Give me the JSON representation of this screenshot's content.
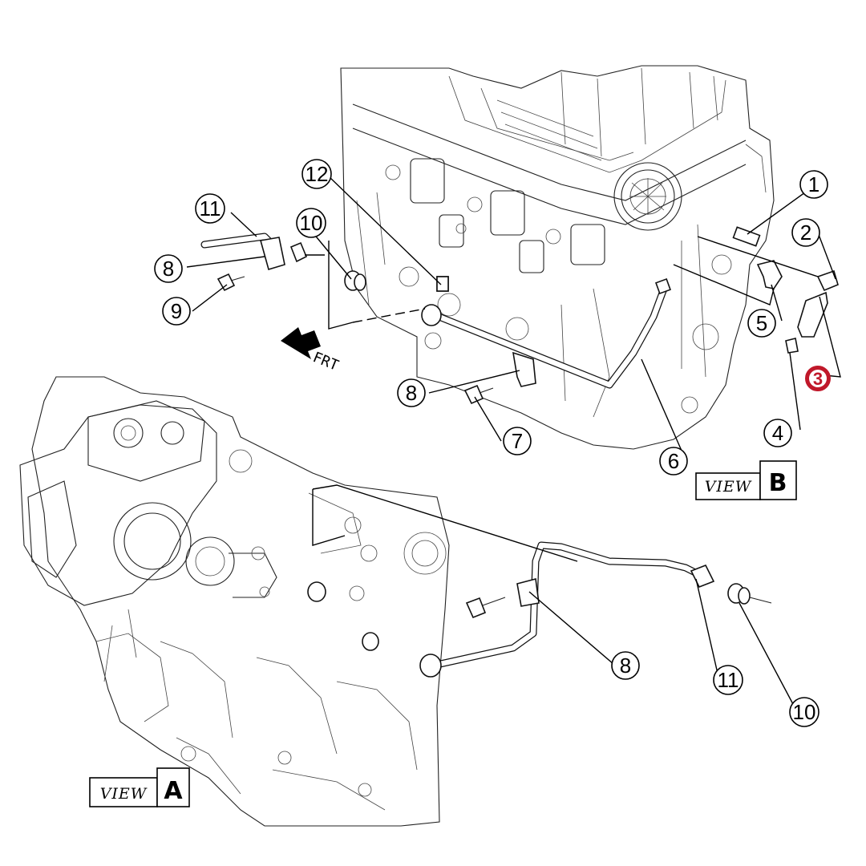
{
  "callouts": {
    "c1": "1",
    "c2": "2",
    "c3": "3",
    "c4": "4",
    "c5": "5",
    "c6": "6",
    "c7": "7",
    "c8_top": "8",
    "c8_mid": "8",
    "c8_bottom": "8",
    "c9": "9",
    "c10_top": "10",
    "c10_bottom": "10",
    "c11_top": "11",
    "c11_bottom": "11",
    "c12": "12"
  },
  "views": {
    "b": {
      "word": "VIEW",
      "letter": "B"
    },
    "a": {
      "word": "VIEW",
      "letter": "A"
    }
  },
  "direction_label": "FRT",
  "colors": {
    "highlight": "#c0182a",
    "line": "#111111",
    "background": "#ffffff"
  }
}
